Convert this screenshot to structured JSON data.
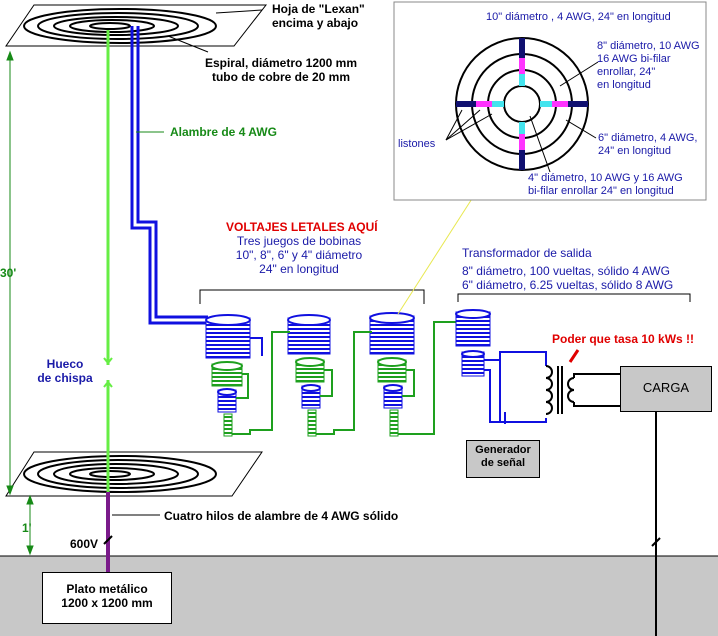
{
  "labels": {
    "lexan_sheet": "Hoja de \"Lexan\"\nencima y abajo",
    "spiral": "Espiral, diámetro 1200 mm\ntubo de cobre de 20 mm",
    "awg4_wire": "Alambre de 4 AWG",
    "height_30": "30'",
    "height_1": "1'",
    "spark_gap": "Hueco\nde chispa",
    "four_wires": "Cuatro hilos de alambre de 4 AWG sólido",
    "voltage_600": "600V",
    "metal_plate": "Plato metálico\n1200 x 1200 mm",
    "lethal": "VOLTAJES LETALES AQUÍ",
    "coil_sets": "Tres juegos de bobinas\n10\", 8\", 6\" y 4\" diámetro\n24\" en longitud",
    "transformer_title": "Transformador de salida",
    "transformer_spec": "8\" diámetro, 100 vueltas, sólido 4 AWG\n6\" diámetro,  6.25 vueltas, sólido 8 AWG",
    "power_rating": "Poder que tasa 10 kWs !!",
    "load": "CARGA",
    "signal_generator": "Generador\nde señal"
  },
  "inset": {
    "d10": "10\" diámetro , 4 AWG, 24\" en longitud",
    "d8": "8\" diámetro, 10 AWG\n16 AWG  bi-filar\nenrollar, 24\"\nen longitud",
    "spacers": "listones",
    "d6": "6\" diámetro, 4 AWG,\n24\" en longitud",
    "d4": "4\" diámetro, 10 AWG y 16 AWG\nbi-filar enrollar 24\" en longitud"
  },
  "colors": {
    "ground": "#c8c8c8",
    "coil_blue": "#1010e0",
    "coil_green": "#1ea01e",
    "wire_bright_green": "#66ee44",
    "wire_purple": "#7a1a8a",
    "spacer_dark": "#101070",
    "spacer_magenta": "#ff33ff",
    "spacer_cyan": "#44e4ee",
    "power_red": "#e00000"
  }
}
